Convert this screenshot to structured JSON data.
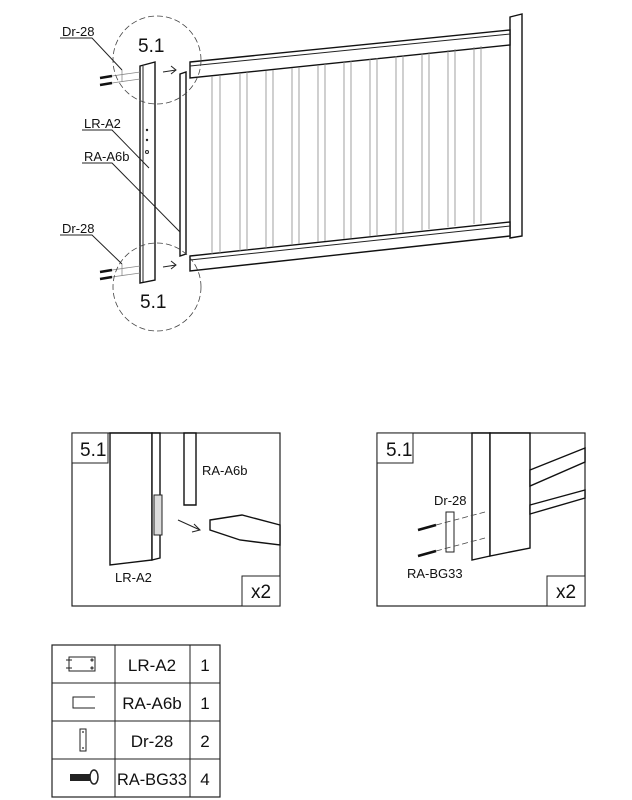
{
  "main_diagram": {
    "callout_top": "5.1",
    "callout_bottom": "5.1",
    "label_screw_top": "Dr-28",
    "label_screw_bottom": "Dr-28",
    "label_post": "LR-A2",
    "label_channel": "RA-A6b"
  },
  "detail_left": {
    "step": "5.1",
    "label_channel": "RA-A6b",
    "label_post": "LR-A2",
    "quantity": "x2"
  },
  "detail_right": {
    "step": "5.1",
    "label_plate": "Dr-28",
    "label_screw": "RA-BG33",
    "quantity": "x2"
  },
  "parts_table": [
    {
      "icon": "post-cap-icon",
      "part": "LR-A2",
      "qty": "1"
    },
    {
      "icon": "channel-icon",
      "part": "RA-A6b",
      "qty": "1"
    },
    {
      "icon": "plate-icon",
      "part": "Dr-28",
      "qty": "2"
    },
    {
      "icon": "screw-icon",
      "part": "RA-BG33",
      "qty": "4"
    }
  ]
}
